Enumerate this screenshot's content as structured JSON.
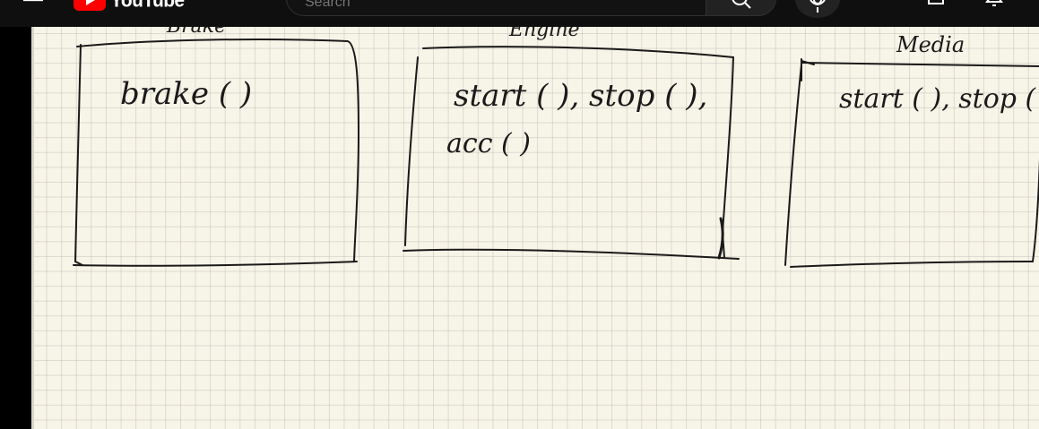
{
  "masthead": {
    "logo_text": "YouTube",
    "search": {
      "placeholder": "Search"
    },
    "icons": [
      "menu-icon",
      "search-icon",
      "mic-icon",
      "create-icon",
      "bell-icon"
    ],
    "colors": {
      "background": "#0f0f0f",
      "logo_red": "#ff0000"
    }
  },
  "whiteboard": {
    "background": "#f7f4e8",
    "ink": "#1a1a1a",
    "boxes": [
      {
        "title": "Brake",
        "methods_line1": "brake ( )",
        "methods_line2": ""
      },
      {
        "title": "Engine",
        "methods_line1": "start ( ),  stop ( ),",
        "methods_line2": "acc ( )"
      },
      {
        "title": "Media",
        "methods_line1": "start ( ),  stop ( )",
        "methods_line2": ""
      }
    ]
  }
}
